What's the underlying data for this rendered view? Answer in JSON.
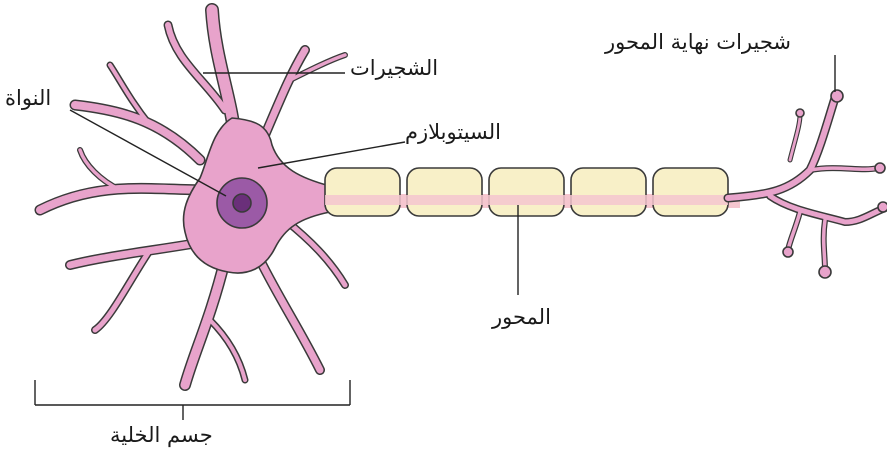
{
  "labels": {
    "dendrites": "الشجيرات",
    "nucleus": "النواة",
    "cytoplasm": "السيتوبلازم",
    "axon_terminals": "شجيرات نهاية المحور",
    "axon": "المحور",
    "cell_body": "جسم الخلية"
  },
  "colors": {
    "cell_fill": "#e8a3cb",
    "cell_outline": "#3a3a3a",
    "nucleus_fill": "#9b5aa6",
    "nucleolus_fill": "#6a2f7a",
    "myelin_fill": "#f8f0c8",
    "axon_core": "#f5c6cf",
    "leader_line": "#222222"
  }
}
